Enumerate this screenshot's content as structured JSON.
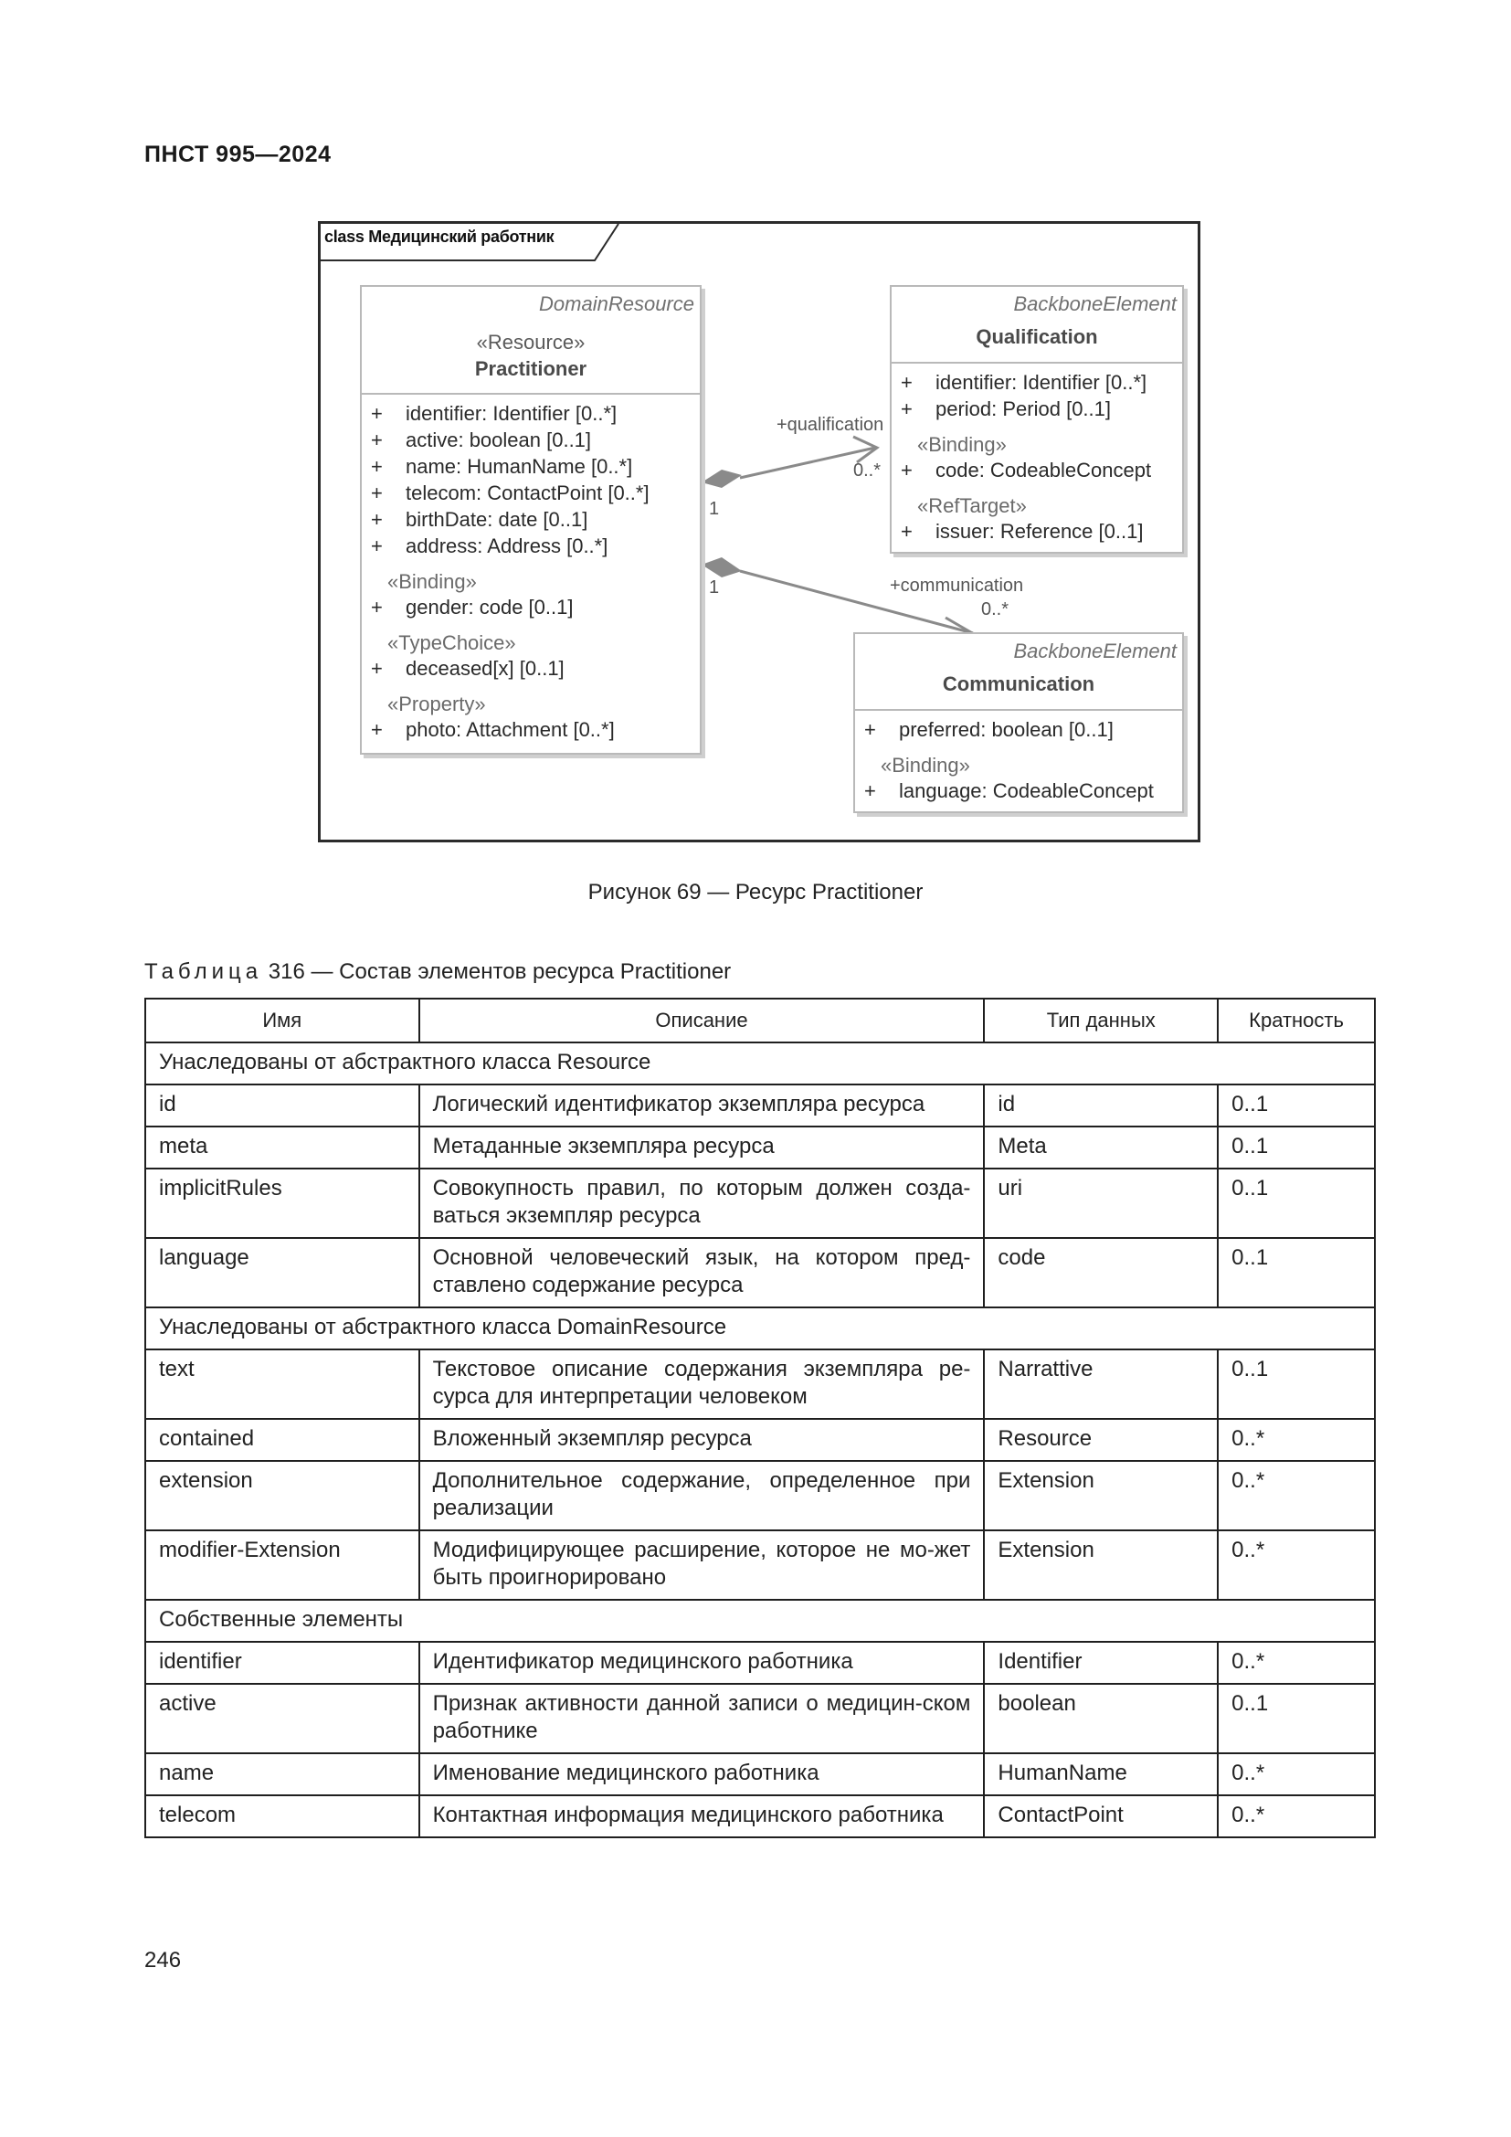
{
  "header": "ПНСТ 995—2024",
  "diagram": {
    "frame_title": "class Медицинский работник",
    "practitioner": {
      "parent": "DomainResource",
      "stereotype": "«Resource»",
      "name": "Practitioner",
      "attrs": [
        "identifier: Identifier [0..*]",
        "active: boolean [0..1]",
        "name: HumanName [0..*]",
        "telecom: ContactPoint [0..*]",
        "birthDate: date [0..1]",
        "address: Address [0..*]"
      ],
      "binding_tag": "«Binding»",
      "gender": "gender: code [0..1]",
      "typechoice_tag": "«TypeChoice»",
      "deceased": "deceased[x] [0..1]",
      "property_tag": "«Property»",
      "photo": "photo: Attachment [0..*]"
    },
    "qualification": {
      "parent": "BackboneElement",
      "name": "Qualification",
      "attrs": [
        "identifier: Identifier [0..*]",
        "period: Period [0..1]"
      ],
      "binding_tag": "«Binding»",
      "code": "code: CodeableConcept",
      "reftarget_tag": "«RefTarget»",
      "issuer": "issuer: Reference [0..1]"
    },
    "communication": {
      "parent": "BackboneElement",
      "name": "Communication",
      "preferred": "preferred: boolean [0..1]",
      "binding_tag": "«Binding»",
      "language": "language: CodeableConcept"
    },
    "assoc_qualification": {
      "role": "+qualification",
      "mult_target": "0..*",
      "mult_source": "1"
    },
    "assoc_communication": {
      "role": "+communication",
      "mult_target": "0..*",
      "mult_source": "1"
    },
    "plus": "+"
  },
  "figure_caption": "Рисунок 69 — Ресурс Practitioner",
  "table_caption_word": "Таблица",
  "table_caption_rest": " 316 — Состав элементов ресурса Practitioner",
  "table": {
    "headers": [
      "Имя",
      "Описание",
      "Тип данных",
      "Кратность"
    ],
    "groups": [
      {
        "title": "Унаследованы от абстрактного класса Resource",
        "rows": [
          [
            "id",
            "Логический идентификатор экземпляра ресурса",
            "id",
            "0..1"
          ],
          [
            "meta",
            "Метаданные экземпляра ресурса",
            "Meta",
            "0..1"
          ],
          [
            "implicitRules",
            "Совокупность правил, по которым должен созда-ваться экземпляр ресурса",
            "uri",
            "0..1"
          ],
          [
            "language",
            "Основной человеческий язык, на котором пред-ставлено содержание ресурса",
            "code",
            "0..1"
          ]
        ]
      },
      {
        "title": "Унаследованы от абстрактного класса DomainResource",
        "rows": [
          [
            "text",
            "Текстовое описание содержания экземпляра ре-сурса для интерпретации человеком",
            "Narrattive",
            "0..1"
          ],
          [
            "contained",
            "Вложенный экземпляр ресурса",
            "Resource",
            "0..*"
          ],
          [
            "extension",
            "Дополнительное содержание, определенное при реализации",
            "Extension",
            "0..*"
          ],
          [
            "modifier-Extension",
            "Модифицирующее расширение, которое не мо-жет быть проигнорировано",
            "Extension",
            "0..*"
          ]
        ]
      },
      {
        "title": "Собственные элементы",
        "rows": [
          [
            "identifier",
            "Идентификатор медицинского работника",
            "Identifier",
            "0..*"
          ],
          [
            "active",
            "Признак активности данной записи о медицин-ском работнике",
            "boolean",
            "0..1"
          ],
          [
            "name",
            "Именование медицинского работника",
            "HumanName",
            "0..*"
          ],
          [
            "telecom",
            "Контактная информация медицинского работника",
            "ContactPoint",
            "0..*"
          ]
        ]
      }
    ]
  },
  "page_number": "246"
}
